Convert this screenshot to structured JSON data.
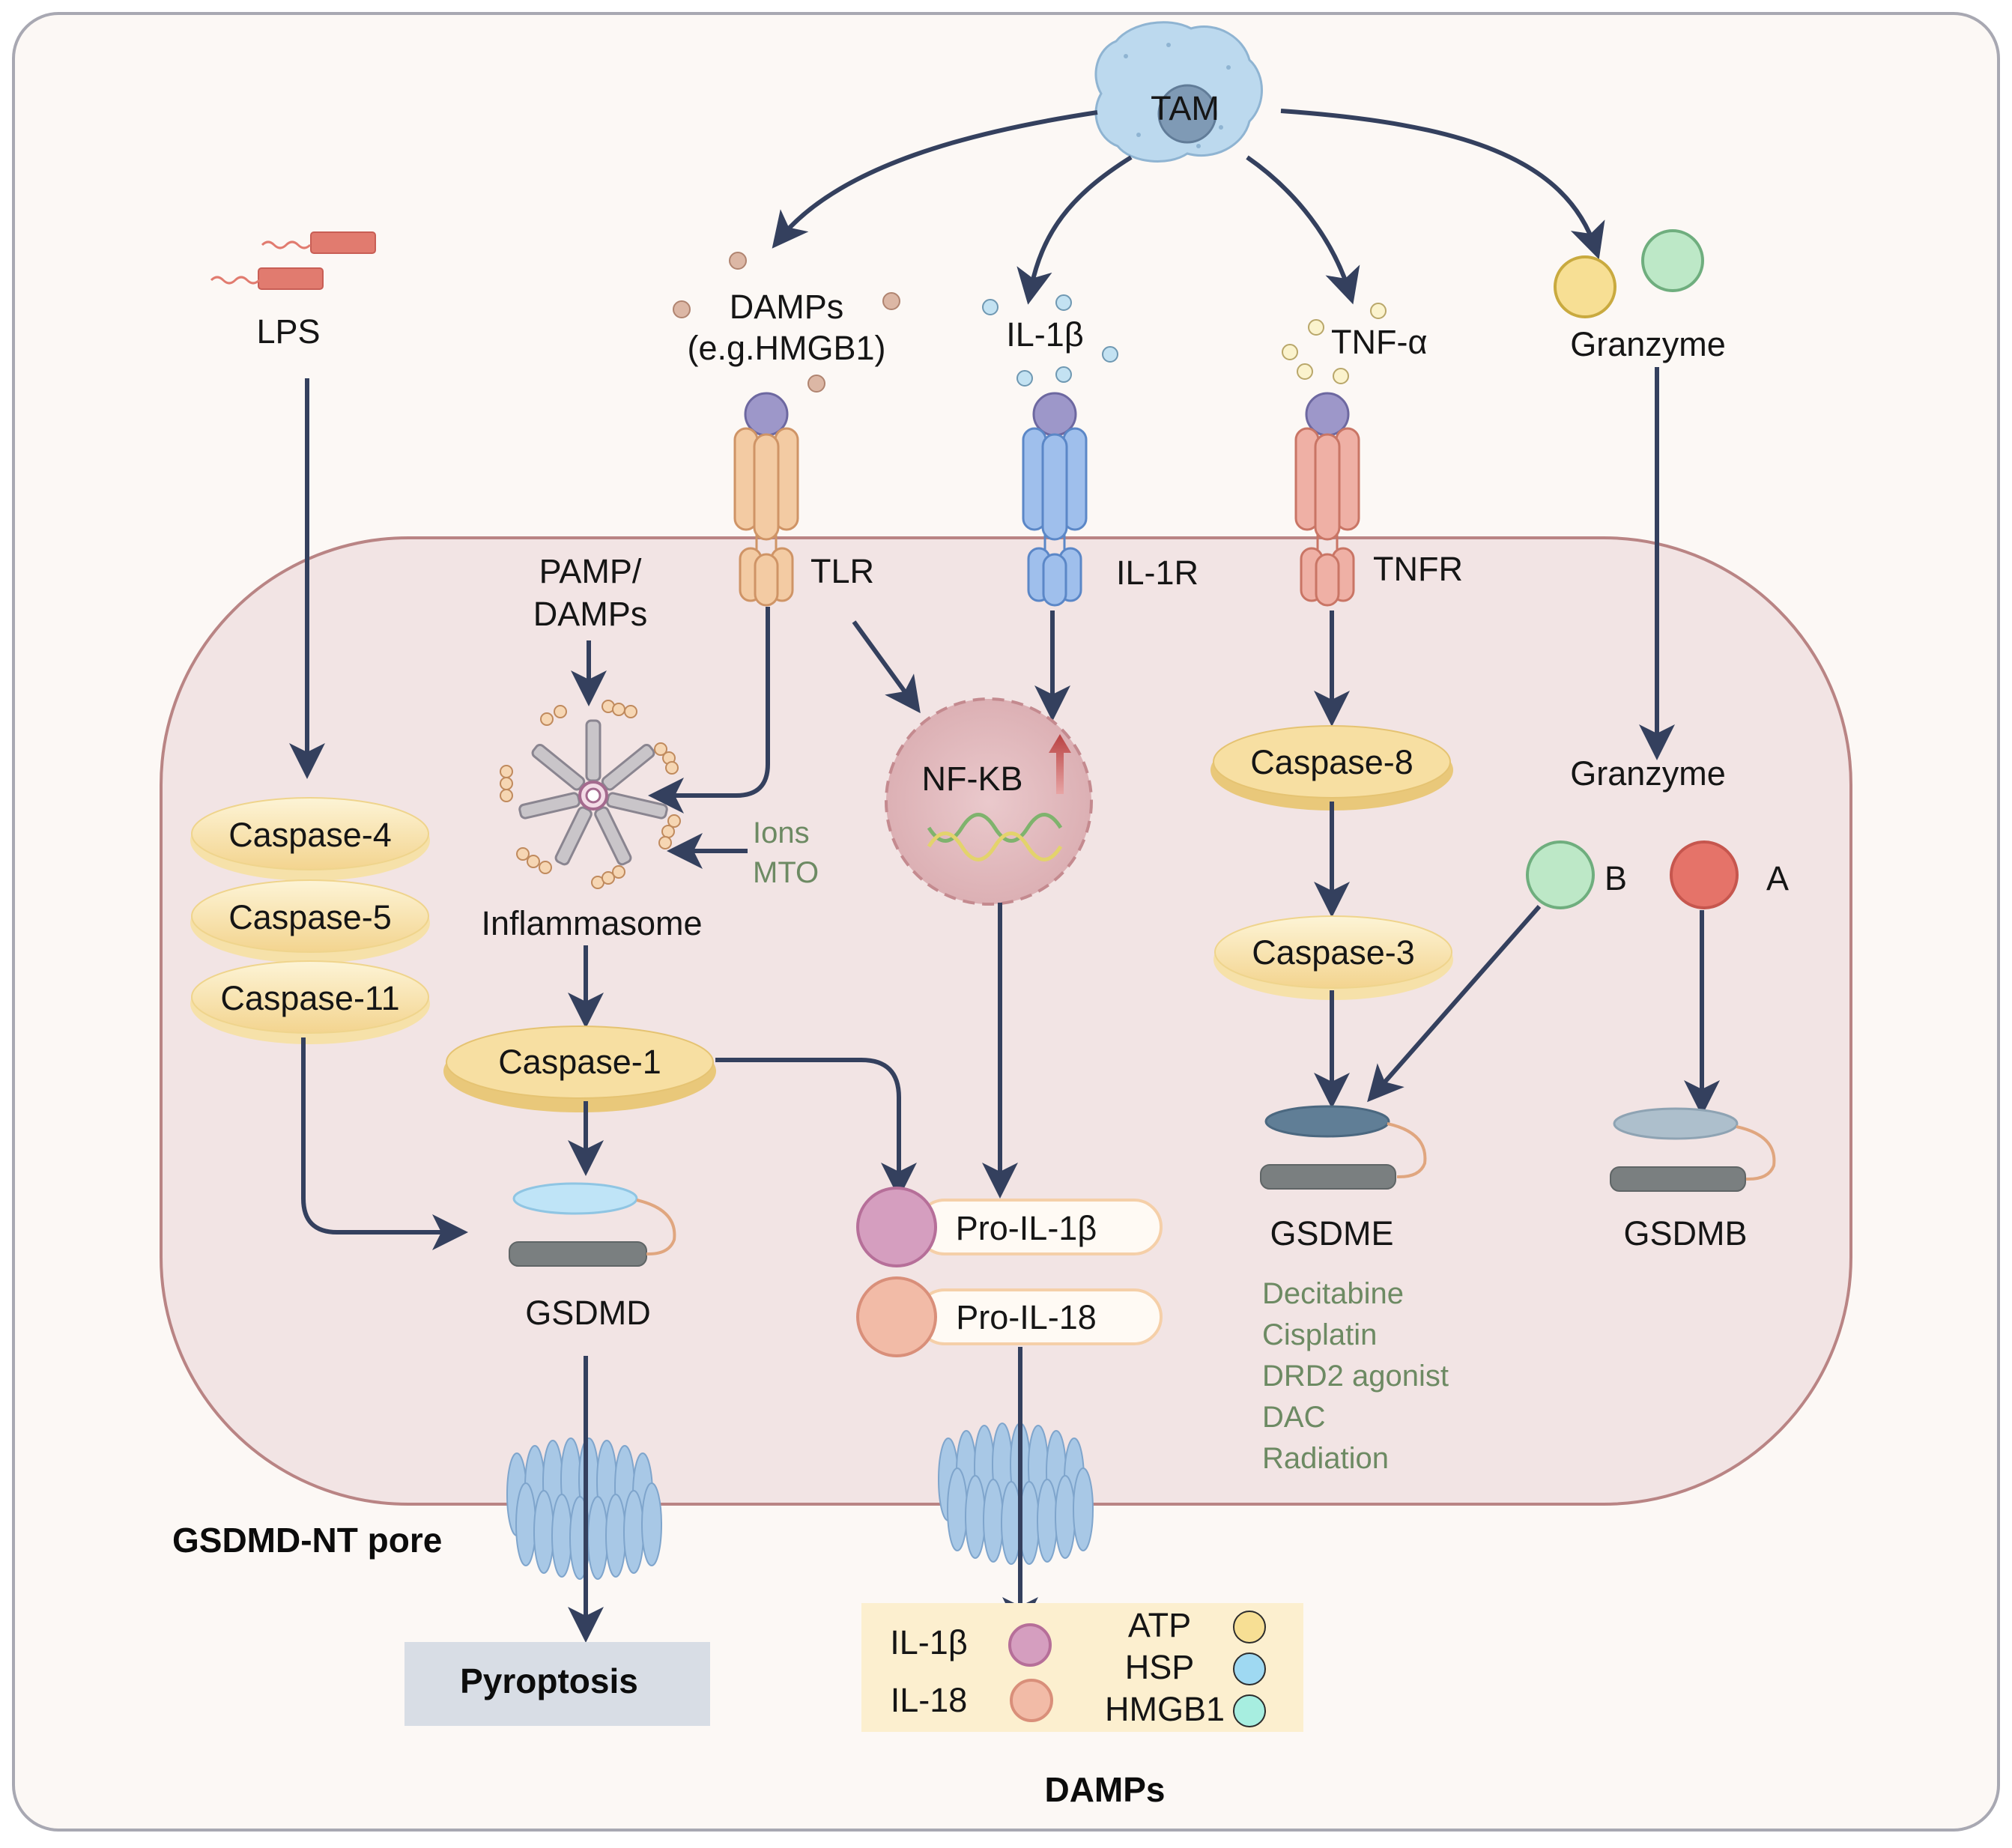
{
  "tam": "TAM",
  "lps": "LPS",
  "damps_top": [
    "DAMPs",
    "(e.g.HMGB1)"
  ],
  "il1b_top": "IL-1β",
  "tnfa_top": "TNF-α",
  "granzyme_top": "Granzyme",
  "receptors": {
    "tlr": "TLR",
    "il1r": "IL-1R",
    "tnfr": "TNFR"
  },
  "pamp": [
    "PAMP/",
    "DAMPs"
  ],
  "inflammasome": "Inflammasome",
  "ions": "Ions",
  "mto": "MTO",
  "nfkb": "NF-KB",
  "caspases_left": [
    "Caspase-4",
    "Caspase-5",
    "Caspase-11"
  ],
  "caspase1": "Caspase-1",
  "caspase8": "Caspase-8",
  "caspase3": "Caspase-3",
  "granzyme_in": "Granzyme",
  "granzyme_b": "B",
  "granzyme_a": "A",
  "gsdmd": "GSDMD",
  "gsdme": "GSDME",
  "gsdmb": "GSDMB",
  "pro_il1b": "Pro-IL-1β",
  "pro_il18": "Pro-IL-18",
  "drugs": [
    "Decitabine",
    "Cisplatin",
    "DRD2 agonist",
    "DAC",
    "Radiation"
  ],
  "pore": "GSDMD-NT pore",
  "pyroptosis": "Pyroptosis",
  "legend": {
    "il1b": "IL-1β",
    "il18": "IL-18",
    "atp": "ATP",
    "hsp": "HSP",
    "hmgb1": "HMGB1"
  },
  "damps_bottom": "DAMPs",
  "colors": {
    "arrow": "#34405e",
    "cell_fill": "#f2e3e3",
    "cell_border": "#b77d7d",
    "caspase": "#f9e7b8",
    "drug_text": "#6d8a63",
    "pore": "#9ec0df"
  }
}
